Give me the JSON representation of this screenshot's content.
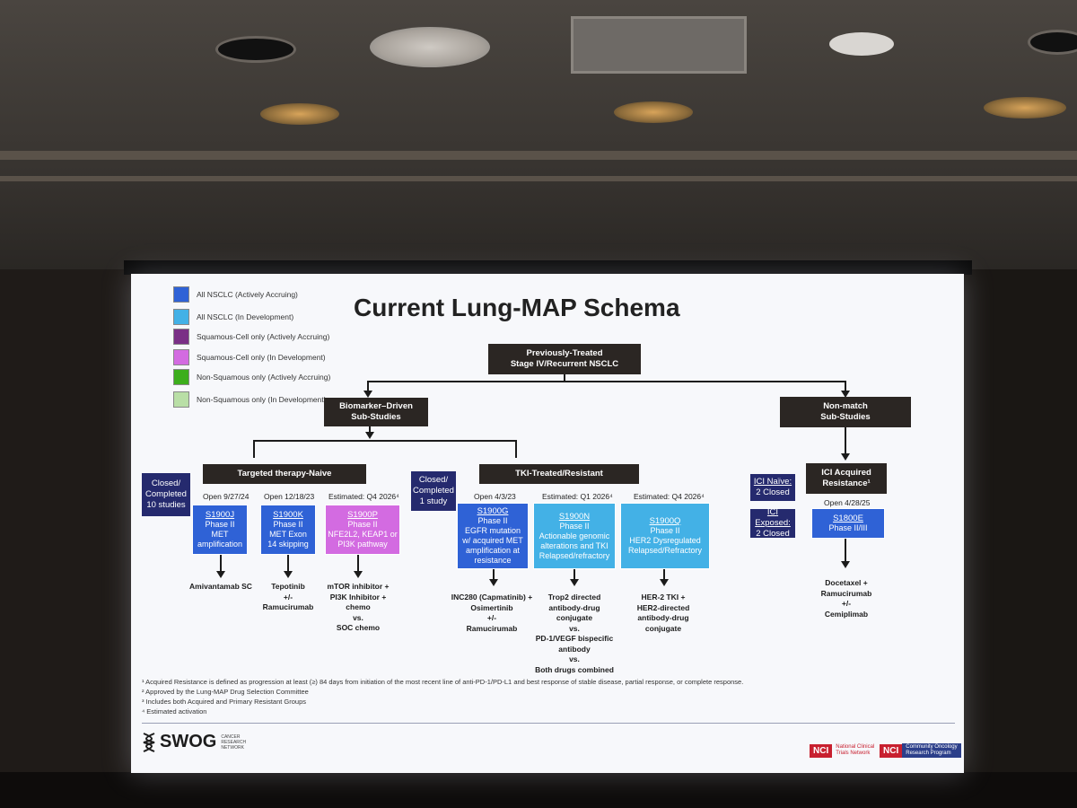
{
  "title": "Current Lung-MAP Schema",
  "legend": [
    {
      "label": "All NSCLC (Actively Accruing)",
      "color": "#2f62d6"
    },
    {
      "label": "All NSCLC (In Development)",
      "color": "#43b1e6"
    },
    {
      "label": "Squamous-Cell only (Actively Accruing)",
      "color": "#7a2f86"
    },
    {
      "label": "Squamous-Cell only (In Development)",
      "color": "#d36be1"
    },
    {
      "label": "Non-Squamous only (Actively Accruing)",
      "color": "#3cae1c"
    },
    {
      "label": "Non-Squamous only (In Development)",
      "color": "#b9dfa6"
    }
  ],
  "root": {
    "line1": "Previously-Treated",
    "line2": "Stage IV/Recurrent NSCLC"
  },
  "biomarker": {
    "line1": "Biomarker–Driven",
    "line2": "Sub-Studies"
  },
  "nonmatch": {
    "line1": "Non-match",
    "line2": "Sub-Studies"
  },
  "naive_header": "Targeted therapy-Naive",
  "tki_header": "TKI-Treated/Resistant",
  "closed1": {
    "line1": "Closed/",
    "line2": "Completed",
    "line3": "10 studies"
  },
  "closed2": {
    "line1": "Closed/",
    "line2": "Completed",
    "line3": "1 study"
  },
  "ici_acquired": {
    "line1": "ICI Acquired",
    "line2": "Resistance¹"
  },
  "ici_naive": {
    "label": "ICI Naïve:",
    "value": "2 Closed"
  },
  "ici_exposed": {
    "label": "ICI Exposed:",
    "value": "2 Closed"
  },
  "studies": [
    {
      "open": "Open 9/27/24",
      "id": "S1900J",
      "l1": "Phase II",
      "l2": "MET",
      "l3": "amplification",
      "l4": "",
      "drug": "Amivantamab SC"
    },
    {
      "open": "Open 12/18/23",
      "id": "S1900K",
      "l1": "Phase II",
      "l2": "MET Exon",
      "l3": "14 skipping",
      "l4": "",
      "drug": "Tepotinib\n+/-\nRamucirumab"
    },
    {
      "open": "Estimated: Q4 2026⁴",
      "id": "S1900P",
      "l1": "Phase II",
      "l2": "NFE2L2, KEAP1 or",
      "l3": "PI3K pathway",
      "l4": "",
      "drug": "mTOR inhibitor +\nPI3K Inhibitor +\nchemo\nvs.\nSOC chemo"
    },
    {
      "open": "Open 4/3/23",
      "id": "S1900G",
      "l1": "Phase II",
      "l2": "EGFR mutation",
      "l3": "w/ acquired MET",
      "l4": "amplification at resistance",
      "drug": "INC280 (Capmatinib) +\nOsimertinib\n+/-\nRamucirumab"
    },
    {
      "open": "Estimated: Q1 2026⁴",
      "id": "S1900N",
      "l1": "Phase II",
      "l2": "Actionable genomic",
      "l3": "alterations and TKI",
      "l4": "Relapsed/refractory",
      "drug": "Trop2 directed\nantibody-drug\nconjugate\nvs.\nPD-1/VEGF bispecific\nantibody\nvs.\nBoth drugs combined"
    },
    {
      "open": "Estimated: Q4 2026⁴",
      "id": "S1900Q",
      "l1": "Phase II",
      "l2": "HER2 Dysregulated",
      "l3": "Relapsed/Refractory",
      "l4": "",
      "drug": "HER-2 TKI +\nHER2-directed\nantibody-drug\nconjugate"
    },
    {
      "open": "Open 4/28/25",
      "id": "S1800E",
      "l1": "Phase II/III",
      "l2": "",
      "l3": "",
      "l4": "",
      "drug": "Docetaxel +\nRamucirumab\n+/-\nCemiplimab"
    }
  ],
  "footnotes": [
    "¹ Acquired Resistance is defined as progression at least (≥) 84 days from initiation of the most recent line of anti-PD-1/PD-L1 and best response of stable disease, partial response, or complete response.",
    "² Approved by the Lung-MAP Drug Selection Committee",
    "³ Includes both Acquired and Primary Resistant Groups",
    "⁴ Estimated activation"
  ],
  "logo": {
    "name": "SWOG",
    "tagline": "CANCER RESEARCH NETWORK"
  },
  "nci1": {
    "mark": "NCI",
    "text": "National Clinical Trials Network"
  },
  "nci2": {
    "mark": "NCI",
    "text": "Community Oncology Research Program"
  }
}
